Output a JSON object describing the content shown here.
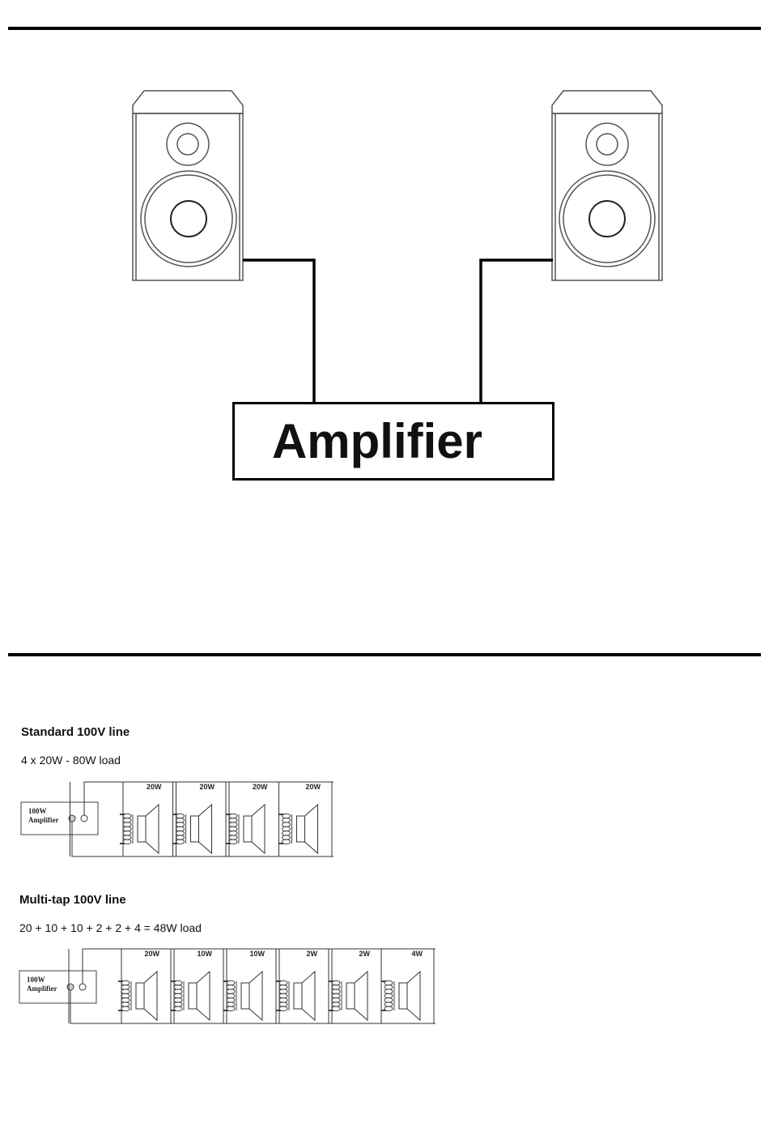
{
  "amplifier_label": "Amplifier",
  "standard": {
    "title": "Standard 100V line",
    "subtitle": "4 x 20W - 80W load",
    "amp_line1": "100W",
    "amp_line2": "Amplifier",
    "taps": [
      "20W",
      "20W",
      "20W",
      "20W"
    ]
  },
  "multitap": {
    "title": "Multi-tap 100V line",
    "subtitle": "20 + 10 + 10 + 2 + 2 + 4 = 48W load",
    "amp_line1": "100W",
    "amp_line2": "Amplifier",
    "taps": [
      "20W",
      "10W",
      "10W",
      "2W",
      "2W",
      "4W"
    ]
  }
}
